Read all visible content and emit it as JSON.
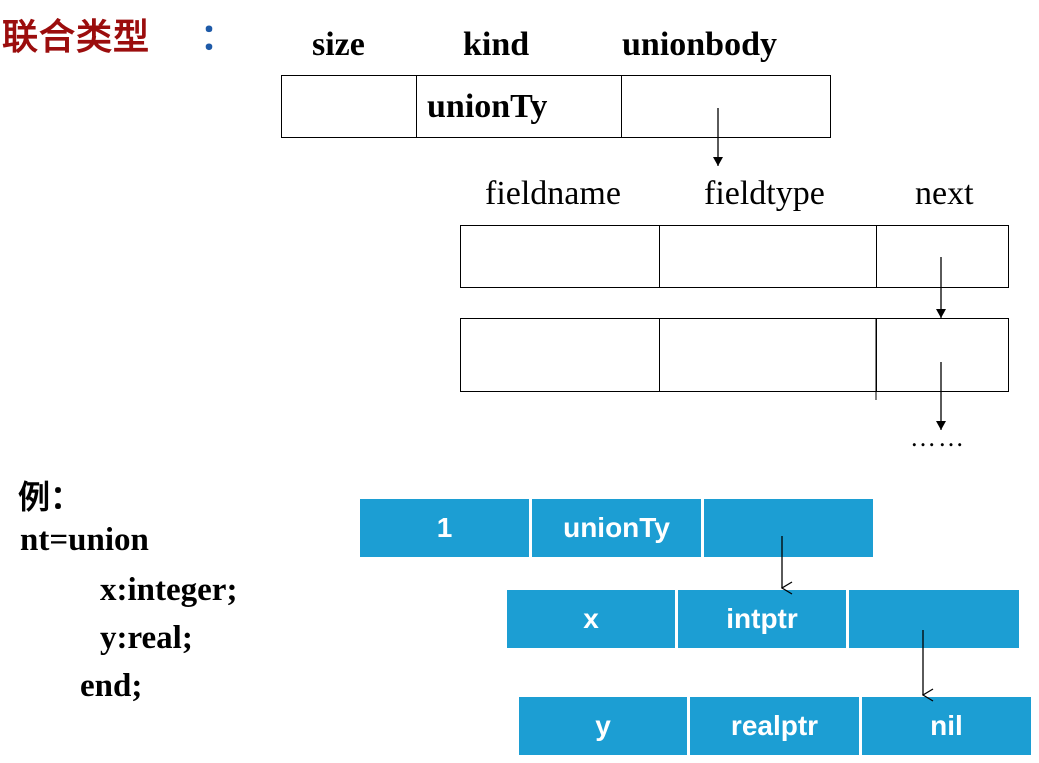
{
  "title": "联合类型",
  "title_colon": "：",
  "union_header": {
    "size": "size",
    "kind": "kind",
    "unionbody": "unionbody"
  },
  "union_row": {
    "kind_value": "unionTy"
  },
  "field_header": {
    "fieldname": "fieldname",
    "fieldtype": "fieldtype",
    "next": "next"
  },
  "ellipsis": "……",
  "example": {
    "label": "例：",
    "lines": [
      "nt=union",
      "x:integer;",
      "y:real;",
      "end;"
    ]
  },
  "example_rows": [
    [
      "1",
      "unionTy",
      ""
    ],
    [
      "x",
      "intptr",
      ""
    ],
    [
      "y",
      "realptr",
      "nil"
    ]
  ],
  "colors": {
    "title": "#9b0d0d",
    "colon": "#1e5aa8",
    "cell_fill": "#1c9ed3",
    "cell_text": "#ffffff"
  }
}
